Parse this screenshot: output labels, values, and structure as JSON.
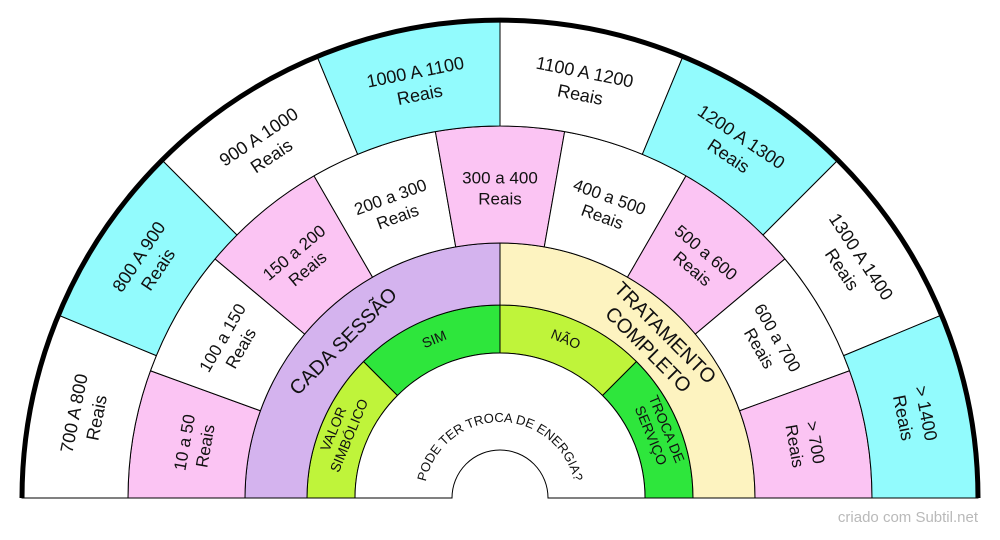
{
  "diagram": {
    "center_label": "PODE TER TROCA DE ENERGIA?",
    "rings": [
      {
        "name": "inner",
        "segments": [
          {
            "lines": [
              "VALOR",
              "SIMBÓLICO"
            ],
            "color": "#bff43a"
          },
          {
            "lines": [
              "SIM"
            ],
            "color": "#2ee63c"
          },
          {
            "lines": [
              "NÃO"
            ],
            "color": "#bff43a"
          },
          {
            "lines": [
              "TROCA DE",
              "SERVIÇO"
            ],
            "color": "#2ee63c"
          }
        ]
      },
      {
        "name": "middle",
        "segments": [
          {
            "lines": [
              "CADA SESSÃO"
            ],
            "color": "#d4b3ee"
          },
          {
            "lines": [
              "TRATAMENTO",
              "COMPLETO"
            ],
            "color": "#fdf3c0"
          }
        ]
      },
      {
        "name": "session_prices",
        "segments": [
          {
            "lines": [
              "10 a 50",
              "Reais"
            ],
            "color": "#fbc4f3"
          },
          {
            "lines": [
              "100 a 150",
              "Reais"
            ],
            "color": "#ffffff"
          },
          {
            "lines": [
              "150 a 200",
              "Reais"
            ],
            "color": "#fbc4f3"
          },
          {
            "lines": [
              "200 a 300",
              "Reais"
            ],
            "color": "#ffffff"
          },
          {
            "lines": [
              "300 a 400",
              "Reais"
            ],
            "color": "#fbc4f3"
          },
          {
            "lines": [
              "400 a 500",
              "Reais"
            ],
            "color": "#ffffff"
          },
          {
            "lines": [
              "500 a 600",
              "Reais"
            ],
            "color": "#fbc4f3"
          },
          {
            "lines": [
              "600 a 700",
              "Reais"
            ],
            "color": "#ffffff"
          },
          {
            "lines": [
              "> 700",
              "Reais"
            ],
            "color": "#fbc4f3"
          }
        ]
      },
      {
        "name": "treatment_prices",
        "segments": [
          {
            "lines": [
              "700 A 800",
              "Reais"
            ],
            "color": "#ffffff"
          },
          {
            "lines": [
              "800 A 900",
              "Reais"
            ],
            "color": "#92fbfd"
          },
          {
            "lines": [
              "900 A 1000",
              "Reais"
            ],
            "color": "#ffffff"
          },
          {
            "lines": [
              "1000 A 1100",
              "Reais"
            ],
            "color": "#92fbfd"
          },
          {
            "lines": [
              "1100 A 1200",
              "Reais"
            ],
            "color": "#ffffff"
          },
          {
            "lines": [
              "1200 A 1300",
              "Reais"
            ],
            "color": "#92fbfd"
          },
          {
            "lines": [
              "1300 A 1400",
              "Reais"
            ],
            "color": "#ffffff"
          },
          {
            "lines": [
              "> 1400",
              "Reais"
            ],
            "color": "#92fbfd"
          }
        ]
      }
    ]
  },
  "footer": {
    "credit": "criado com Subtil.net"
  },
  "colors": {
    "outline": "#000000",
    "rim": "#000000",
    "background": "#ffffff"
  }
}
